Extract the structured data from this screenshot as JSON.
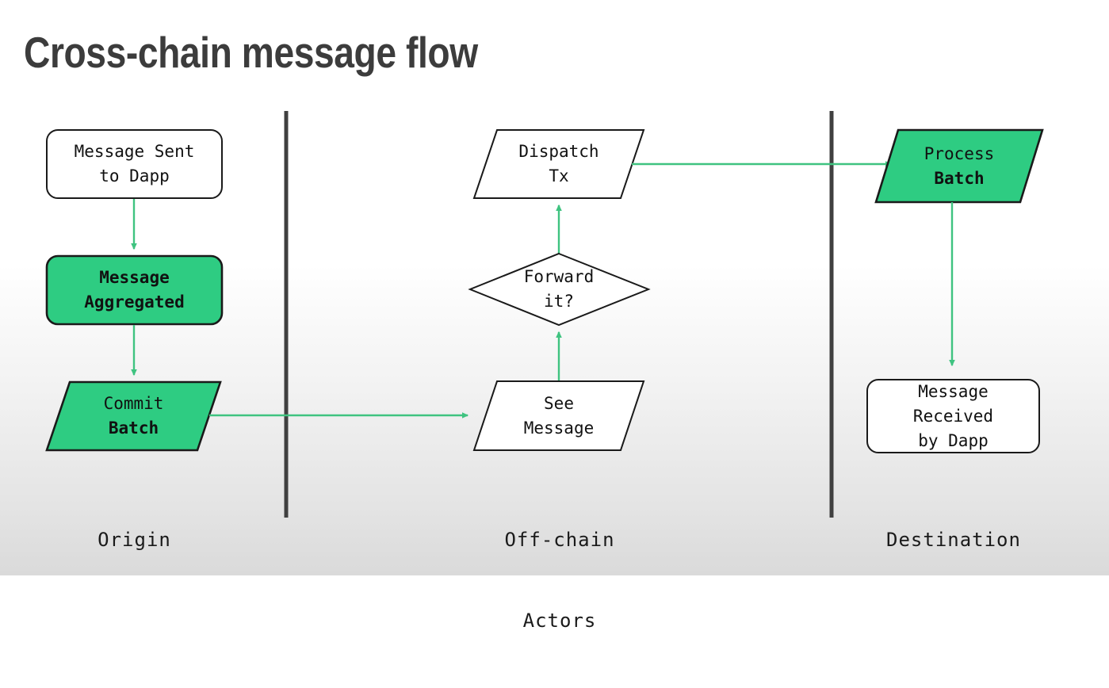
{
  "title": "Cross-chain message flow",
  "colors": {
    "accent_green_fill": "#2ecc82",
    "arrow_green": "#3fc380",
    "shape_stroke": "#1a1a1a",
    "divider": "#404040",
    "title_text": "#3c3c3c",
    "node_text": "#111111",
    "background_top": "#ffffff",
    "background_bottom": "#dadada"
  },
  "lanes": [
    {
      "id": "origin",
      "label_line1": "Origin",
      "label_line2": ""
    },
    {
      "id": "off-chain-actors",
      "label_line1": "Off-chain",
      "label_line2": "Actors"
    },
    {
      "id": "destination",
      "label_line1": "Destination",
      "label_line2": ""
    }
  ],
  "nodes": [
    {
      "id": "message-sent-to-dapp",
      "lane": "origin",
      "shape": "rounded-rect",
      "filled": false,
      "lines": [
        {
          "text": "Message Sent",
          "bold": false
        },
        {
          "text": "to Dapp",
          "bold": false
        }
      ]
    },
    {
      "id": "message-aggregated",
      "lane": "origin",
      "shape": "rounded-rect",
      "filled": true,
      "lines": [
        {
          "text": "Message",
          "bold": true
        },
        {
          "text": "Aggregated",
          "bold": true
        }
      ]
    },
    {
      "id": "commit-batch",
      "lane": "origin",
      "shape": "parallelogram",
      "filled": true,
      "lines": [
        {
          "text": "Commit",
          "bold": false
        },
        {
          "text": "Batch",
          "bold": true
        }
      ]
    },
    {
      "id": "dispatch-tx",
      "lane": "off-chain-actors",
      "shape": "parallelogram",
      "filled": false,
      "lines": [
        {
          "text": "Dispatch",
          "bold": false
        },
        {
          "text": "Tx",
          "bold": false
        }
      ]
    },
    {
      "id": "forward-it",
      "lane": "off-chain-actors",
      "shape": "diamond",
      "filled": false,
      "lines": [
        {
          "text": "Forward",
          "bold": false
        },
        {
          "text": "it?",
          "bold": false
        }
      ]
    },
    {
      "id": "see-message",
      "lane": "off-chain-actors",
      "shape": "parallelogram",
      "filled": false,
      "lines": [
        {
          "text": "See",
          "bold": false
        },
        {
          "text": "Message",
          "bold": false
        }
      ]
    },
    {
      "id": "process-batch",
      "lane": "destination",
      "shape": "parallelogram",
      "filled": true,
      "lines": [
        {
          "text": "Process",
          "bold": false
        },
        {
          "text": "Batch",
          "bold": true
        }
      ]
    },
    {
      "id": "message-received-by-dapp",
      "lane": "destination",
      "shape": "rounded-rect",
      "filled": false,
      "lines": [
        {
          "text": "Message",
          "bold": false
        },
        {
          "text": "Received",
          "bold": false
        },
        {
          "text": "by Dapp",
          "bold": false
        }
      ]
    }
  ],
  "edges": [
    {
      "id": "sent-to-aggregated",
      "from": "message-sent-to-dapp",
      "to": "message-aggregated",
      "direction": "down",
      "label": ""
    },
    {
      "id": "aggregated-to-commit",
      "from": "message-aggregated",
      "to": "commit-batch",
      "direction": "down",
      "label": ""
    },
    {
      "id": "commit-to-see",
      "from": "commit-batch",
      "to": "see-message",
      "direction": "right",
      "label": ""
    },
    {
      "id": "see-to-forward",
      "from": "see-message",
      "to": "forward-it",
      "direction": "up",
      "label": ""
    },
    {
      "id": "forward-to-dispatch",
      "from": "forward-it",
      "to": "dispatch-tx",
      "direction": "up",
      "label": ""
    },
    {
      "id": "dispatch-to-process",
      "from": "dispatch-tx",
      "to": "process-batch",
      "direction": "right",
      "label": ""
    },
    {
      "id": "process-to-received",
      "from": "process-batch",
      "to": "message-received-by-dapp",
      "direction": "down",
      "label": ""
    }
  ]
}
